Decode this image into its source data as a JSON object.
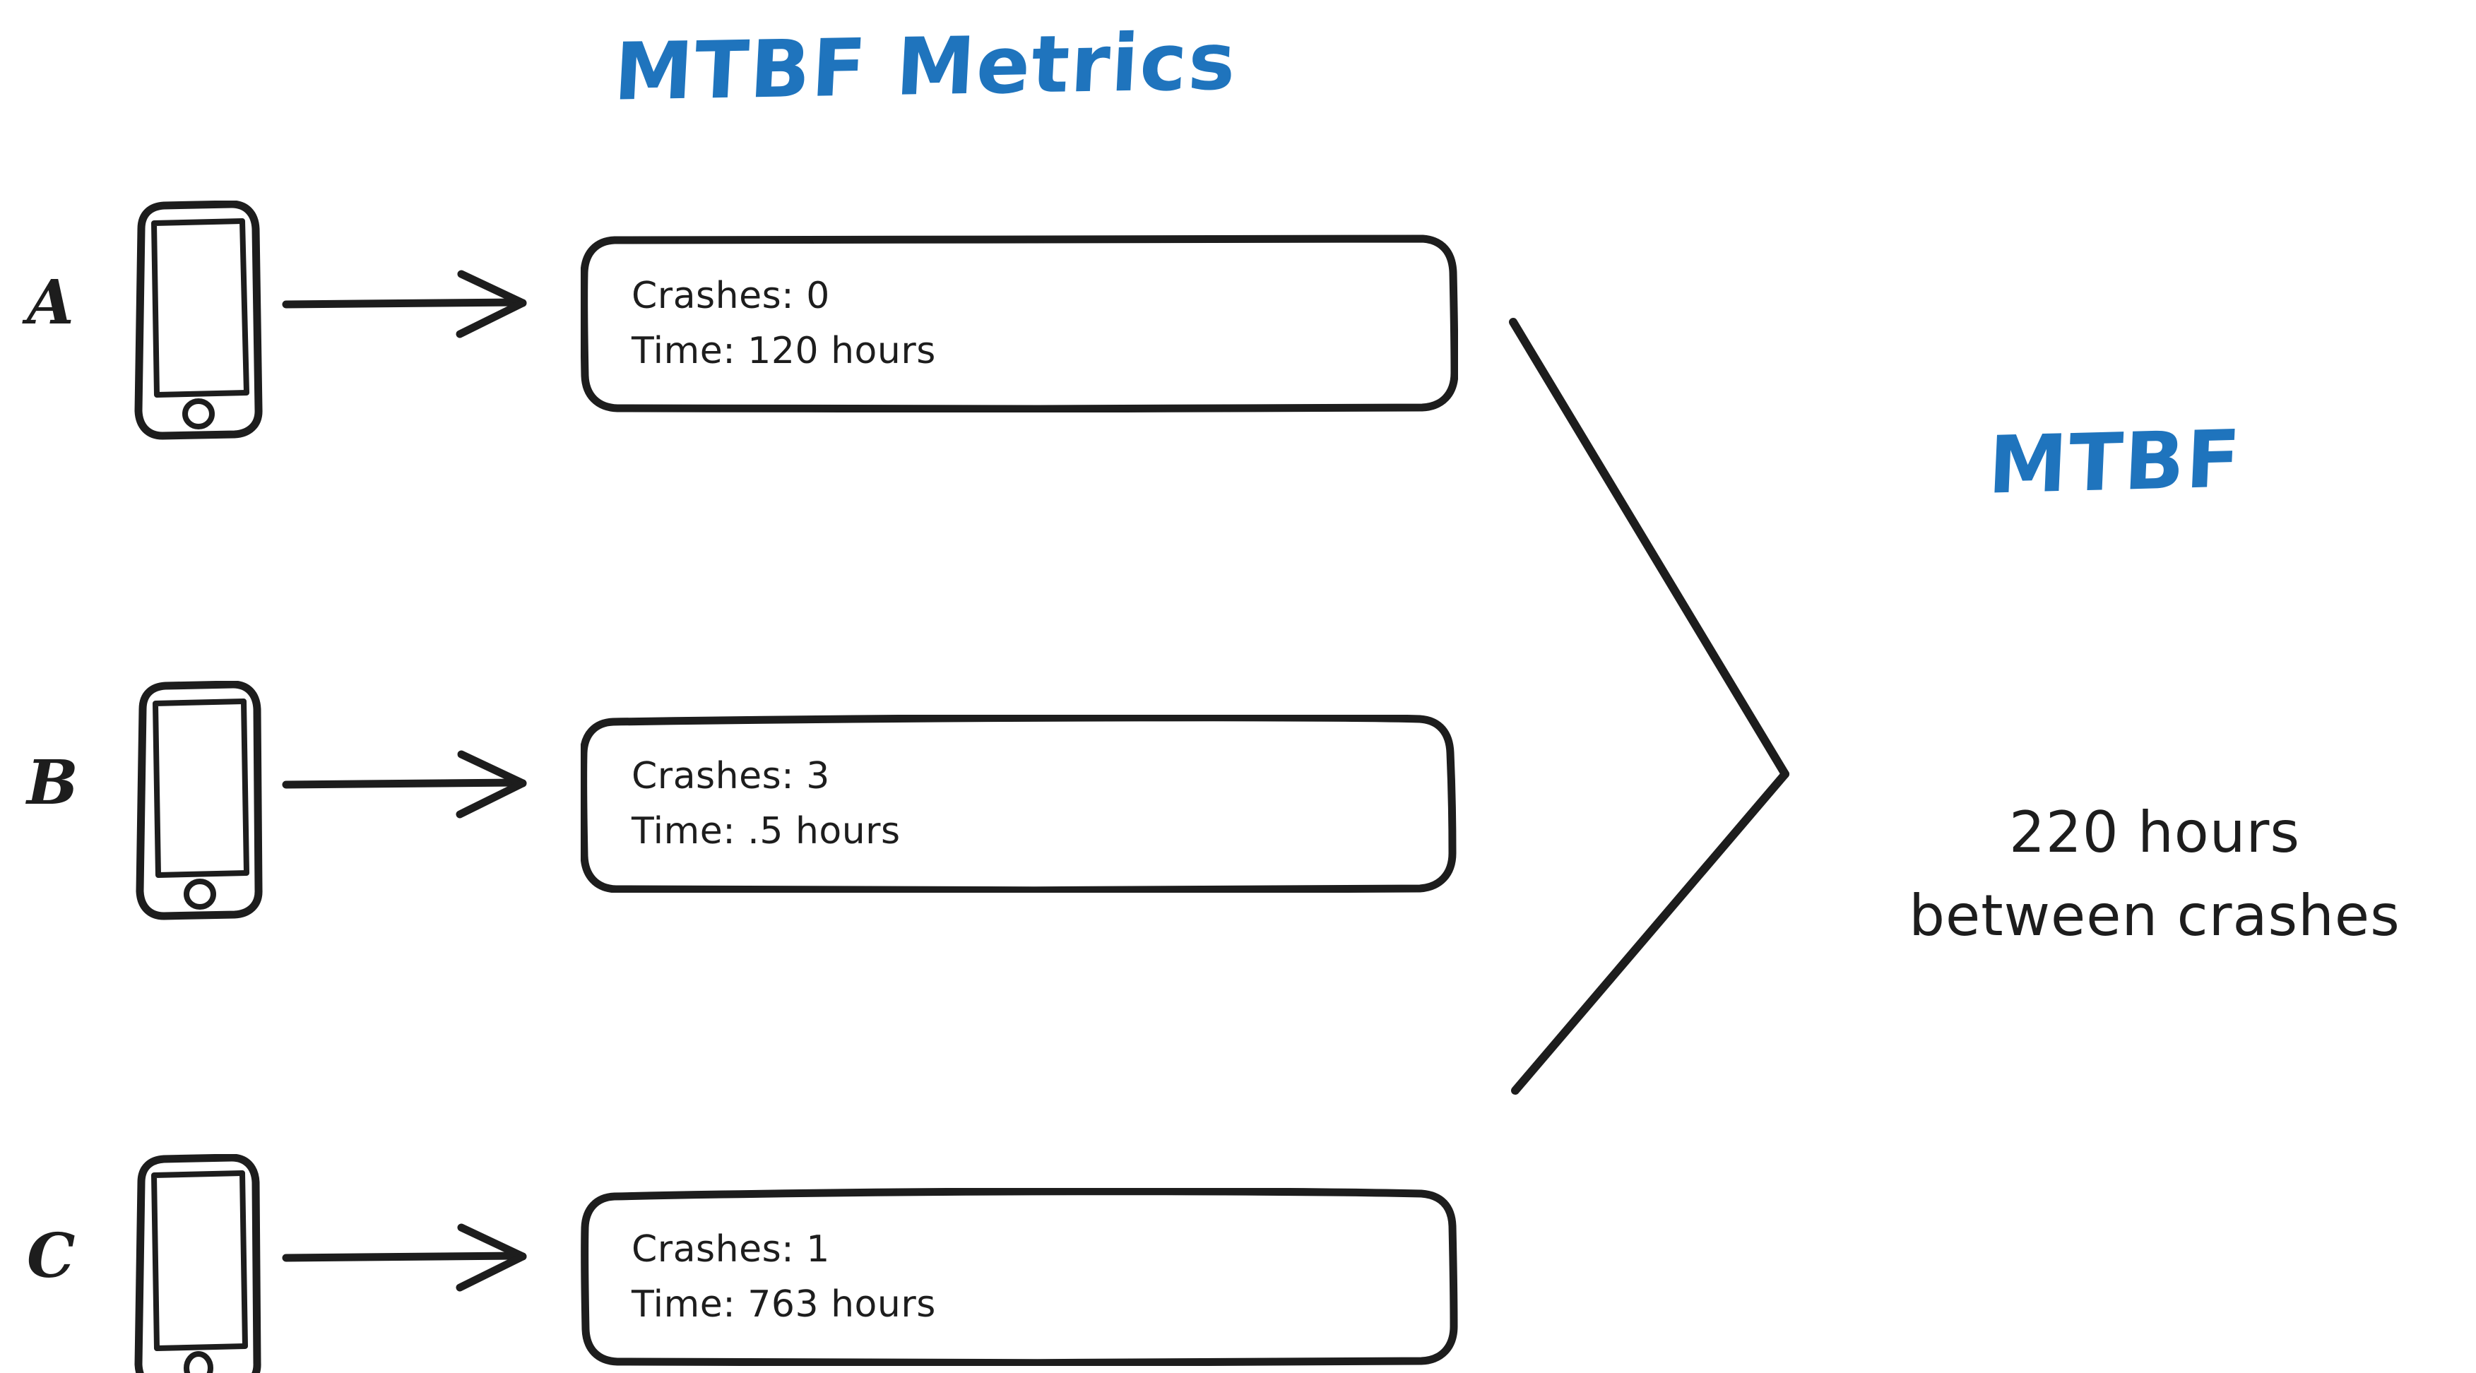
{
  "diagram": {
    "title": "MTBF Metrics",
    "background_color": "#ffffff",
    "accent_color": "#1f74bd",
    "ink_color": "#1d1d1d"
  },
  "devices": [
    {
      "label": "A",
      "icon": "smartphone-icon",
      "arrow": "arrow-right-icon",
      "metrics": {
        "crashes_line": "Crashes: 0",
        "time_line": "Time: 120 hours",
        "crashes": 0,
        "time_hours": 120
      }
    },
    {
      "label": "B",
      "icon": "smartphone-icon",
      "arrow": "arrow-right-icon",
      "metrics": {
        "crashes_line": "Crashes: 3",
        "time_line": "Time: .5 hours",
        "crashes": 3,
        "time_hours": 0.5
      }
    },
    {
      "label": "C",
      "icon": "smartphone-icon",
      "arrow": "arrow-right-icon",
      "metrics": {
        "crashes_line": "Crashes: 1",
        "time_line": "Time: 763 hours",
        "crashes": 1,
        "time_hours": 763
      }
    }
  ],
  "result": {
    "heading": "MTBF",
    "value_line": "220 hours",
    "description_line": "between crashes",
    "value": 220,
    "unit": "hours"
  },
  "chart_data": {
    "type": "table",
    "title": "MTBF Metrics",
    "categories": [
      "A",
      "B",
      "C"
    ],
    "series": [
      {
        "name": "Crashes",
        "values": [
          0,
          3,
          1
        ]
      },
      {
        "name": "Time (hours)",
        "values": [
          120,
          0.5,
          763
        ]
      }
    ],
    "summary": {
      "label": "MTBF",
      "value": 220,
      "unit": "hours between crashes"
    }
  }
}
